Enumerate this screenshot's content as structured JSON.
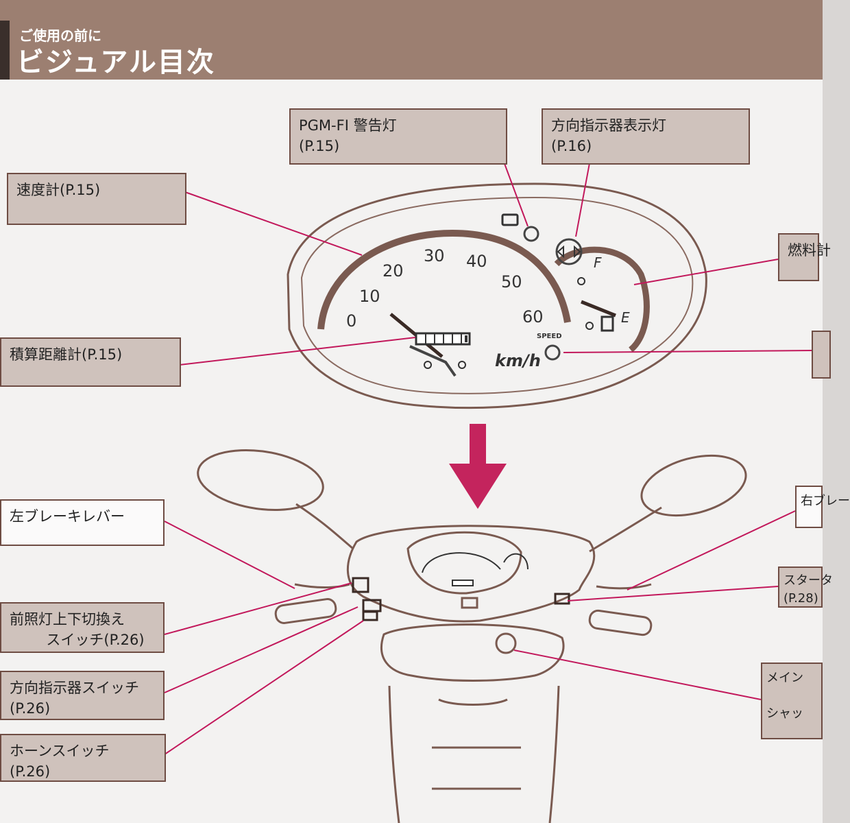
{
  "header": {
    "subtitle": "ご使用の前に",
    "title": "ビジュアル目次"
  },
  "labels": {
    "pgmfi": "PGM-FI 警告灯\n(P.15)",
    "turn_indicator": "方向指示器表示灯\n(P.16)",
    "speedometer": "速度計(P.15)",
    "fuel": "燃料計",
    "odometer": "積算距離計(P.15)",
    "left_brake": "左ブレーキレバー",
    "headlight_switch": "前照灯上下切換え\n        スイッチ(P.26)",
    "turn_switch": "方向指示器スイッチ\n(P.26)",
    "horn_switch": "ホーンスイッチ\n(P.26)",
    "right_brake": "右ブレー",
    "starter": "スタータ\n(P.28)",
    "main_switch": "メイン\n\nシャッ"
  },
  "meter": {
    "speed_ticks": [
      "0",
      "10",
      "20",
      "30",
      "40",
      "50",
      "60"
    ],
    "unit": "km/h",
    "speed_label": "SPEED",
    "fuel_full": "F",
    "fuel_empty": "E"
  }
}
